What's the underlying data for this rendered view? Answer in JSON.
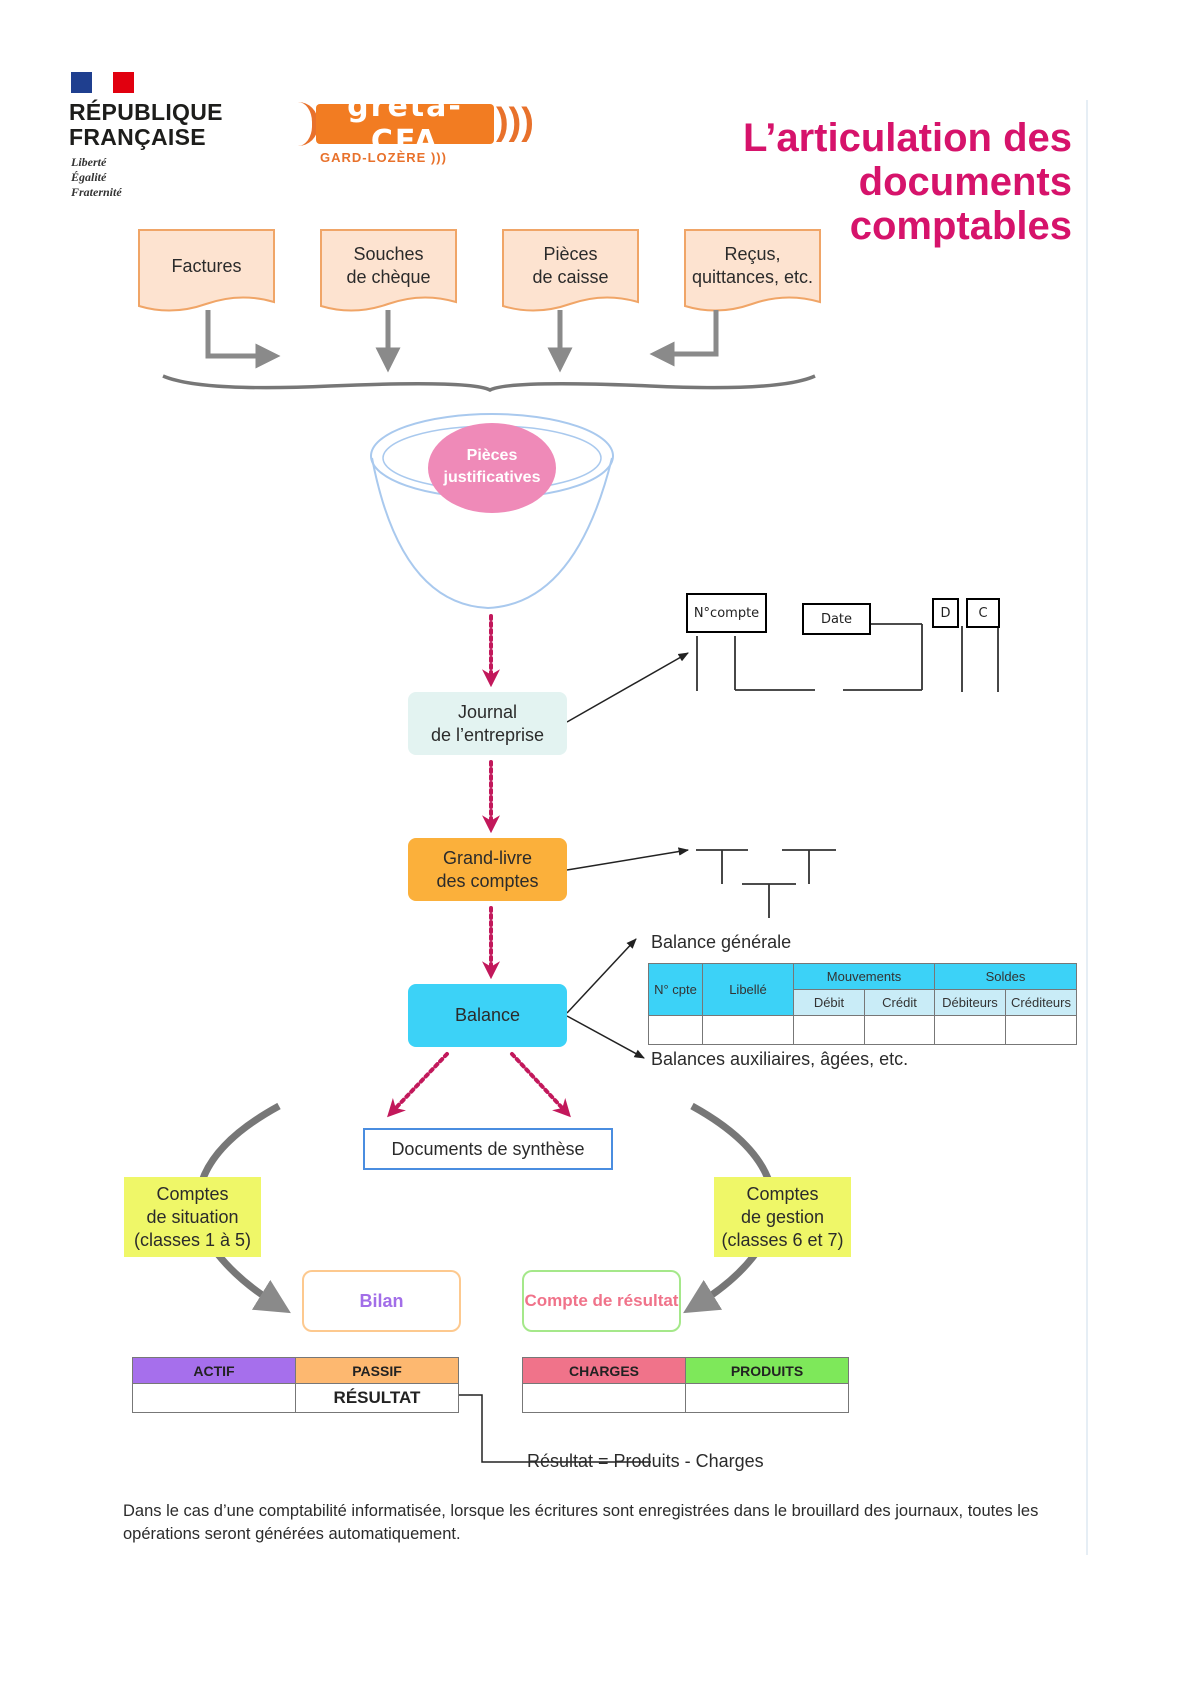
{
  "header": {
    "republic_line1": "RÉPUBLIQUE",
    "republic_line2": "FRANÇAISE",
    "motto1": "Liberté",
    "motto2": "Égalité",
    "motto3": "Fraternité",
    "greta_logo": "greta-CFA",
    "greta_sub": "GARD-LOZÈRE )))",
    "title_line1": "L’articulation des documents",
    "title_line2": "comptables"
  },
  "documents": [
    {
      "line1": "Factures",
      "line2": ""
    },
    {
      "line1": "Souches",
      "line2": "de chèque"
    },
    {
      "line1": "Pièces",
      "line2": "de caisse"
    },
    {
      "line1": "Reçus,",
      "line2": "quittances, etc."
    }
  ],
  "funnel": {
    "line1": "Pièces",
    "line2": "justificatives"
  },
  "journal": {
    "line1": "Journal",
    "line2": "de l’entreprise"
  },
  "journal_sketch": {
    "account": "N°compte",
    "date": "Date",
    "debit": "D",
    "credit": "C"
  },
  "grand_livre": {
    "line1": "Grand-livre",
    "line2": "des comptes"
  },
  "balance": {
    "label": "Balance"
  },
  "balance_generale": "Balance générale",
  "balance_table": {
    "col_num": "N° cpte",
    "col_label": "Libellé",
    "mouvements": "Mouvements",
    "soldes": "Soldes",
    "debit": "Débit",
    "credit": "Crédit",
    "debiteurs": "Débiteurs",
    "crediteurs": "Créditeurs"
  },
  "balances_aux": "Balances auxiliaires, âgées, etc.",
  "synthese": "Documents de synthèse",
  "comptes_situation": {
    "line1": "Comptes",
    "line2": "de situation",
    "line3": "(classes 1 à 5)"
  },
  "comptes_gestion": {
    "line1": "Comptes",
    "line2": "de gestion",
    "line3": "(classes 6 et 7)"
  },
  "bilan": "Bilan",
  "compte_resultat": "Compte de résultat",
  "bilan_table": {
    "actif": "ACTIF",
    "passif": "PASSIF",
    "resultat": "RÉSULTAT"
  },
  "cr_table": {
    "charges": "CHARGES",
    "produits": "PRODUITS"
  },
  "formula": "Résultat = Produits - Charges",
  "footnote_line1": "Dans le cas d’une comptabilité informatisée, lorsque les écritures sont enregistrées dans le brouillard des journaux, toutes les",
  "footnote_line2": "opérations seront générées automatiquement.",
  "colors": {
    "title": "#d6136b",
    "doc_fill": "#fde3d0",
    "doc_border": "#f0a567",
    "funnel_pink": "#ef8ab8",
    "journal_fill": "#e3f3f1",
    "grandlivre_fill": "#fbb03b",
    "balance_fill": "#3cd2f7",
    "comptes_fill": "#eff768",
    "bilan_text": "#a26ee8",
    "cr_text": "#f0738a",
    "actif": "#a66fec",
    "passif": "#fdb870",
    "charges": "#f0738a",
    "produits": "#7ee85a"
  }
}
